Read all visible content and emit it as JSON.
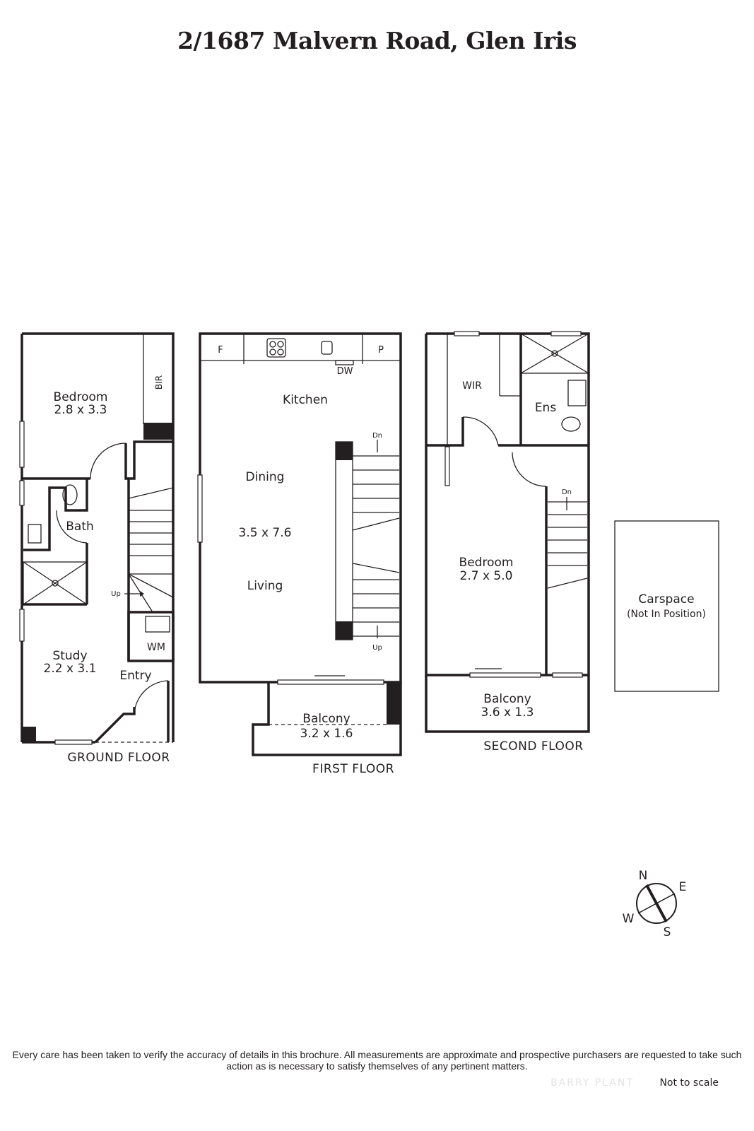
{
  "title": "2/1687 Malvern Road, Glen Iris",
  "ground_floor": {
    "label": "GROUND FLOOR",
    "rooms": [
      {
        "name": "Bedroom",
        "size": "2.8 x 3.3"
      },
      {
        "name": "Bath"
      },
      {
        "name": "Study",
        "size": "2.2 x 3.1"
      },
      {
        "name": "Entry"
      }
    ],
    "annotations": {
      "bir": "BIR",
      "wm": "WM",
      "up": "Up"
    }
  },
  "first_floor": {
    "label": "FIRST FLOOR",
    "kitchen": "Kitchen",
    "dining": "Dining",
    "living_size": "3.5 x 7.6",
    "living": "Living",
    "balcony": {
      "name": "Balcony",
      "size": "3.2 x 1.6"
    },
    "annotations": {
      "f": "F",
      "p": "P",
      "dw": "DW",
      "dn": "Dn",
      "up": "Up"
    }
  },
  "second_floor": {
    "label": "SECOND FLOOR",
    "wir": "WIR",
    "ens": "Ens",
    "bedroom": {
      "name": "Bedroom",
      "size": "2.7 x 5.0"
    },
    "balcony": {
      "name": "Balcony",
      "size": "3.6 x 1.3"
    },
    "annotations": {
      "dn": "Dn"
    }
  },
  "carspace": {
    "name": "Carspace",
    "note": "(Not In Position)"
  },
  "compass": {
    "n": "N",
    "e": "E",
    "s": "S",
    "w": "W"
  },
  "disclaimer": "Every care has been taken to verify the accuracy of details in this brochure.  All measurements are approximate and prospective purchasers are requested to take such action as is necessary to satisfy themselves of any pertinent matters.",
  "not_to_scale": "Not to scale",
  "watermark": "BARRY PLANT"
}
